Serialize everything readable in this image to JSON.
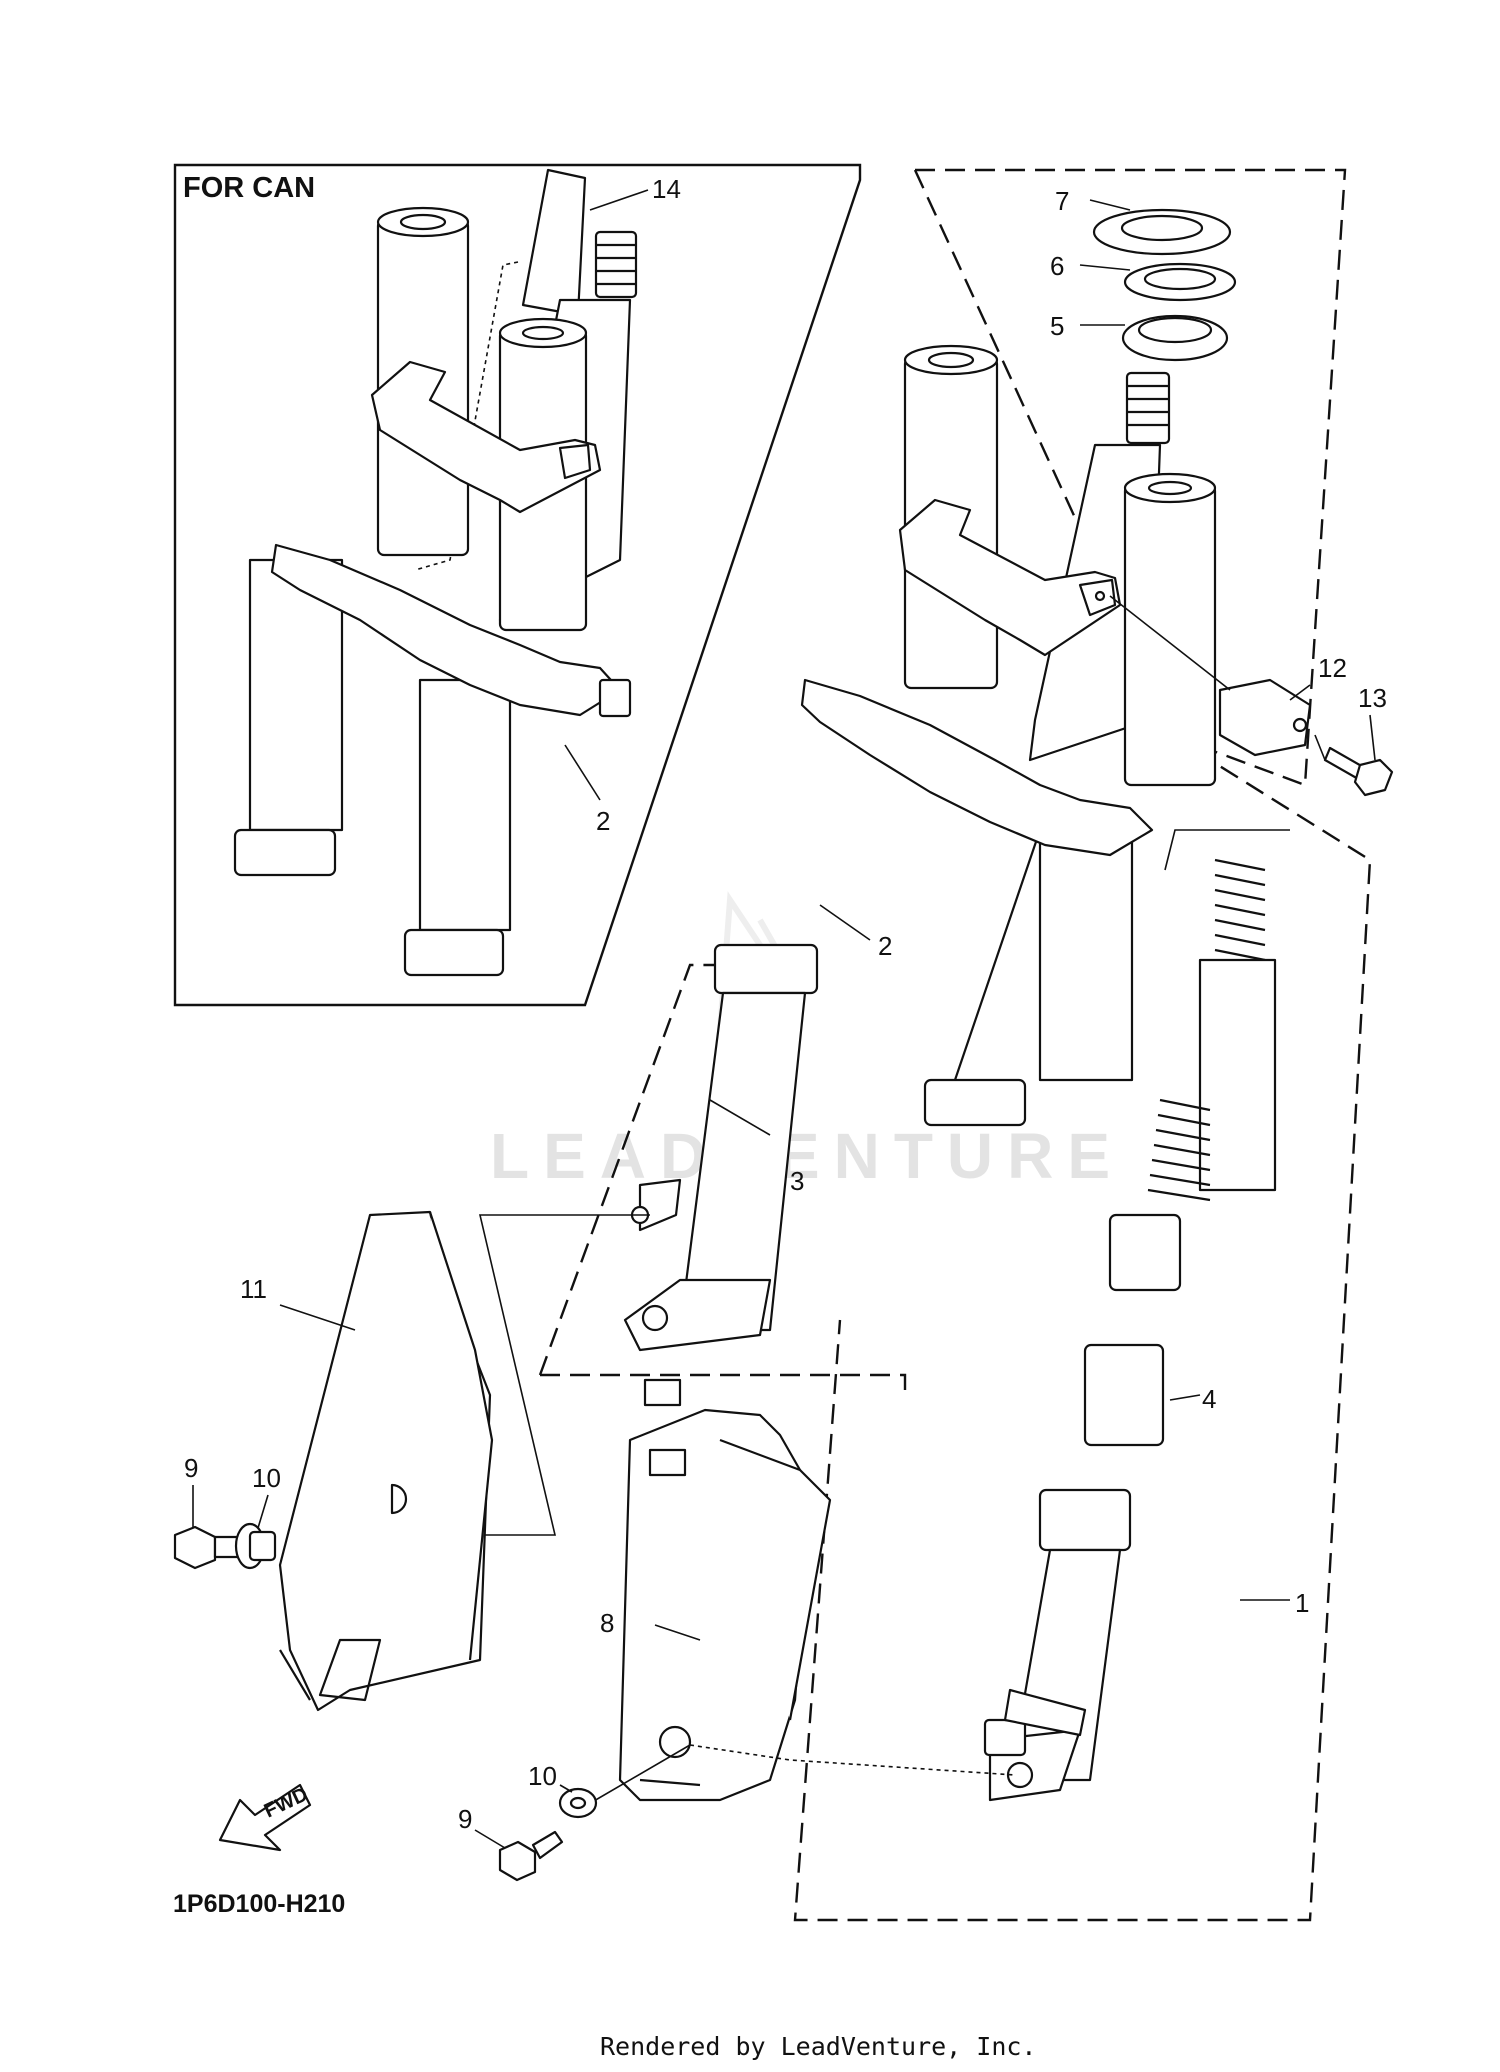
{
  "diagram": {
    "inset_title": "FOR CAN",
    "diagram_code": "1P6D100-H210",
    "fwd_label": "FWD",
    "watermark": "LEADVENTURE",
    "footer": "Rendered by LeadVenture, Inc.",
    "callouts": {
      "c1": "1",
      "c2_inset": "2",
      "c2": "2",
      "c3": "3",
      "c4": "4",
      "c5": "5",
      "c6": "6",
      "c7": "7",
      "c8": "8",
      "c9_left": "9",
      "c9_bottom": "9",
      "c10_left": "10",
      "c10_bottom": "10",
      "c11": "11",
      "c12": "12",
      "c13": "13",
      "c14": "14"
    }
  }
}
